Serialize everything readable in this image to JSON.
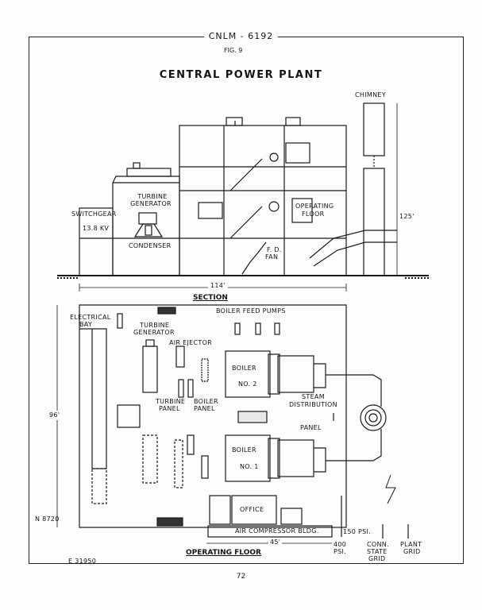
{
  "header": {
    "doc_number": "CNLM - 6192",
    "fig": "FIG. 9",
    "title": "CENTRAL POWER PLANT"
  },
  "section_view": {
    "caption": "SECTION",
    "width_dim": "114'",
    "height_dim": "125'",
    "labels": {
      "chimney": "CHIMNEY",
      "switchgear": "SWITCHGEAR",
      "switchgear_kv": "13.8 KV",
      "turbine_gen_1": "TURBINE",
      "turbine_gen_2": "GENERATOR",
      "condenser": "CONDENSER",
      "operating_1": "OPERATING",
      "operating_2": "FLOOR",
      "fd_1": "F. D.",
      "fd_2": "FAN"
    }
  },
  "plan_view": {
    "caption": "OPERATING FLOOR",
    "depth_dim": "96'",
    "width_dim": "45'",
    "north": "N 8720",
    "east": "E 31950",
    "labels": {
      "electrical_1": "ELECTRICAL",
      "electrical_2": "BAY",
      "boiler_feed_pumps": "BOILER FEED PUMPS",
      "turbine_1": "TURBINE",
      "turbine_2": "GENERATOR",
      "air_ejector": "AIR EJECTOR",
      "turbine_panel_1": "TURBINE",
      "turbine_panel_2": "PANEL",
      "boiler_panel_1": "BOILER",
      "boiler_panel_2": "PANEL",
      "boiler2_1": "BOILER",
      "boiler2_2": "NO. 2",
      "boiler1_1": "BOILER",
      "boiler1_2": "NO. 1",
      "steam_1": "STEAM",
      "steam_2": "DISTRIBUTION",
      "panel": "PANEL",
      "office": "OFFICE",
      "air_compressor": "AIR COMPRESSOR BLDG.",
      "psi150": "150 PSI.",
      "psi400_1": "400",
      "psi400_2": "PSI.",
      "conn_1": "CONN.",
      "conn_2": "STATE",
      "conn_3": "GRID",
      "plant_1": "PLANT",
      "plant_2": "GRID"
    }
  },
  "footer": {
    "page_number": "72"
  }
}
